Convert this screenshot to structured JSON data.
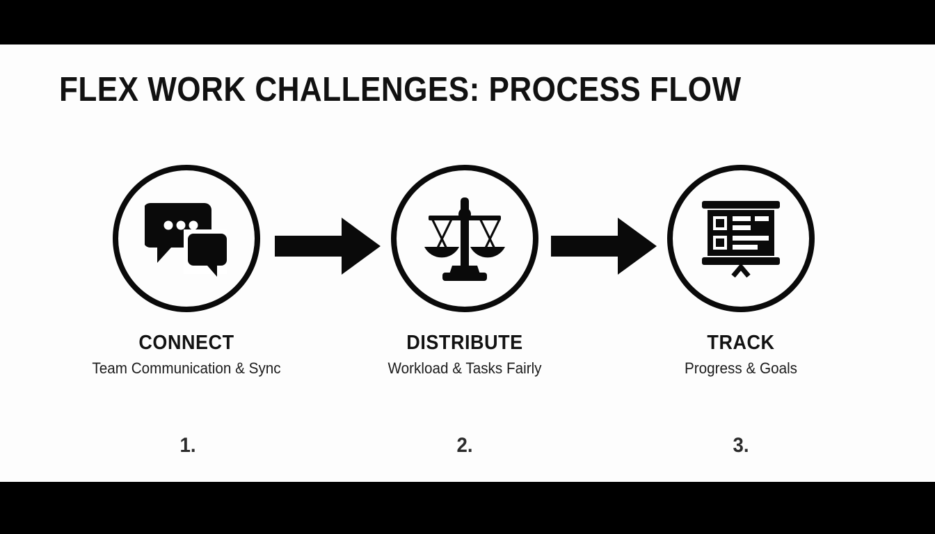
{
  "slide": {
    "title": "FLEX WORK CHALLENGES: PROCESS FLOW",
    "background_color": "#fdfdfd",
    "letterbox_color": "#000000",
    "ink_color": "#0a0a0a"
  },
  "steps": [
    {
      "number": "1.",
      "title": "CONNECT",
      "subtitle": "Team Communication & Sync",
      "icon": "speech-bubbles-icon"
    },
    {
      "number": "2.",
      "title": "DISTRIBUTE",
      "subtitle": "Workload & Tasks Fairly",
      "icon": "balance-scale-icon"
    },
    {
      "number": "3.",
      "title": "TRACK",
      "subtitle": "Progress & Goals",
      "icon": "presentation-board-icon"
    }
  ],
  "connectors": [
    {
      "icon": "arrow-right-icon"
    },
    {
      "icon": "arrow-right-icon"
    }
  ]
}
